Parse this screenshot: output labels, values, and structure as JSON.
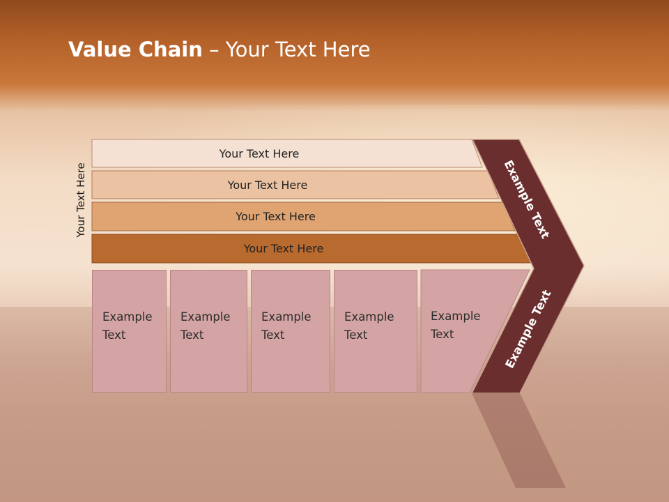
{
  "title": {
    "bold": "Value Chain",
    "rest": " – Your Text Here"
  },
  "side_label": "Your Text Here",
  "bars": [
    {
      "label": "Your Text Here",
      "color": "#f4e1d3"
    },
    {
      "label": "Your Text Here",
      "color": "#ebc3a3"
    },
    {
      "label": "Your Text Here",
      "color": "#e0a473"
    },
    {
      "label": "Your Text Here",
      "color": "#b96a2e"
    }
  ],
  "boxes": [
    {
      "line1": "Example",
      "line2": "Text"
    },
    {
      "line1": "Example",
      "line2": "Text"
    },
    {
      "line1": "Example",
      "line2": "Text"
    },
    {
      "line1": "Example",
      "line2": "Text"
    },
    {
      "line1": "Example",
      "line2": "Text"
    }
  ],
  "chevron": {
    "top_label": "Example Text",
    "bottom_label": "Example Text",
    "color": "#6b2e2e"
  }
}
